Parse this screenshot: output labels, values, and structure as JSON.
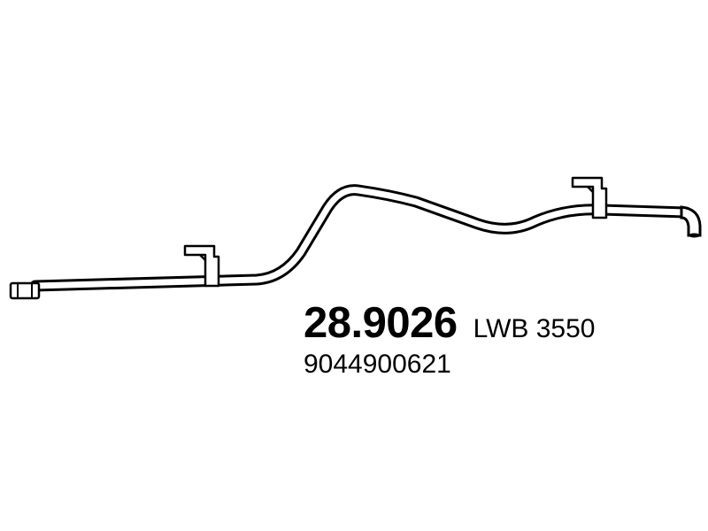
{
  "part": {
    "number": "28.9026",
    "variant": "LWB 3550",
    "oem_number": "9044900621"
  },
  "drawing": {
    "subject": "exhaust-tail-pipe",
    "line_color": "#000000",
    "fill_color": "#ffffff",
    "background": "#ffffff"
  }
}
